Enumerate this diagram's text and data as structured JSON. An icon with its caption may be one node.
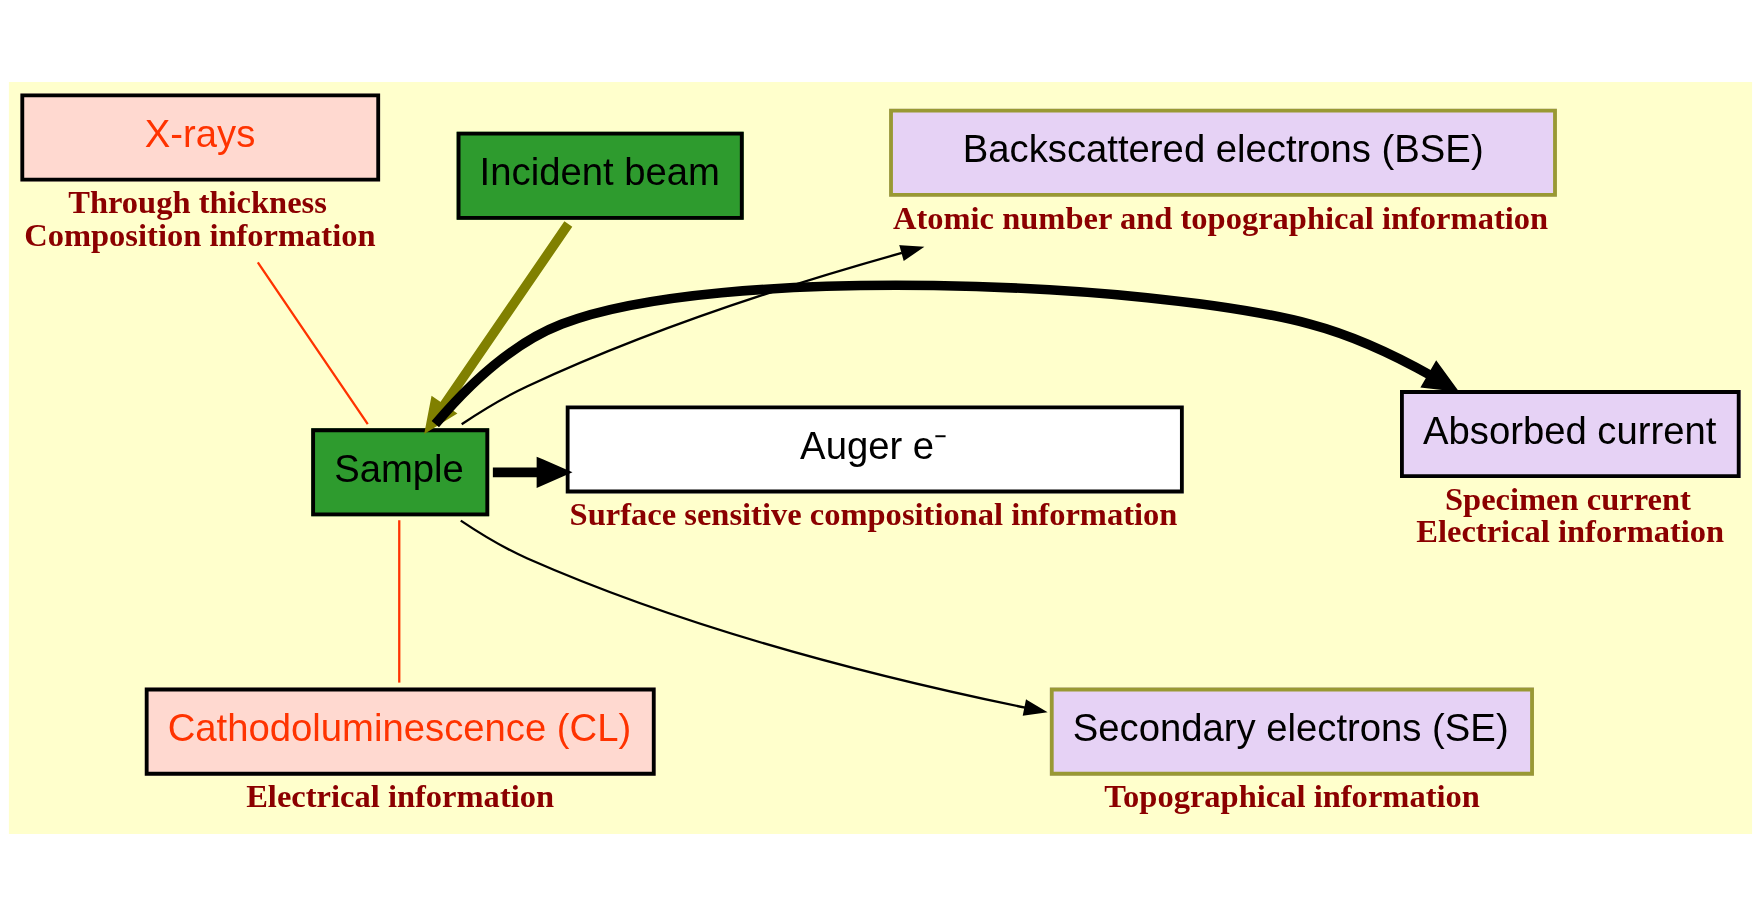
{
  "diagram": {
    "nodes": [
      {
        "text": [
          "Incident beam"
        ]
      },
      {
        "text": [
          "X-rays"
        ],
        "beside": [
          "Through thickness",
          "Composition information"
        ]
      },
      {
        "text": [
          "Cathodoluminescence (CL)"
        ],
        "beside": [
          "Electrical information"
        ]
      },
      {
        "text": [
          "Backscattered electrons (BSE)"
        ],
        "beside": [
          "Atomic number and topographical information"
        ]
      },
      {
        "text": [
          "Secondary electrons (SE)"
        ],
        "beside": [
          "Topographical information"
        ]
      },
      {
        "text": [
          "Auger e⁻"
        ],
        "beside": [
          "Surface sensitive compositional information"
        ]
      },
      {
        "text": [
          "Sample"
        ]
      },
      {
        "text": [
          "Absorbed current"
        ],
        "beside": [
          "Specimen current",
          "Electrical information"
        ]
      }
    ],
    "edges": [
      {
        "from": 0,
        "to": 6,
        "arrow": "to",
        "style": "thick",
        "color": "#808000"
      },
      {
        "from": 6,
        "to": 1,
        "arrow": "none",
        "color": "#ff3300"
      },
      {
        "from": 6,
        "to": 2,
        "arrow": "none",
        "color": "#ff3300"
      },
      {
        "from": 6,
        "to": 3,
        "arrow": "to"
      },
      {
        "from": 6,
        "to": 4,
        "arrow": "to"
      },
      {
        "from": 6,
        "to": 5,
        "arrow": "to",
        "style": "thick"
      },
      {
        "from": 6,
        "to": 7,
        "arrow": "to",
        "style": "thick"
      }
    ]
  }
}
